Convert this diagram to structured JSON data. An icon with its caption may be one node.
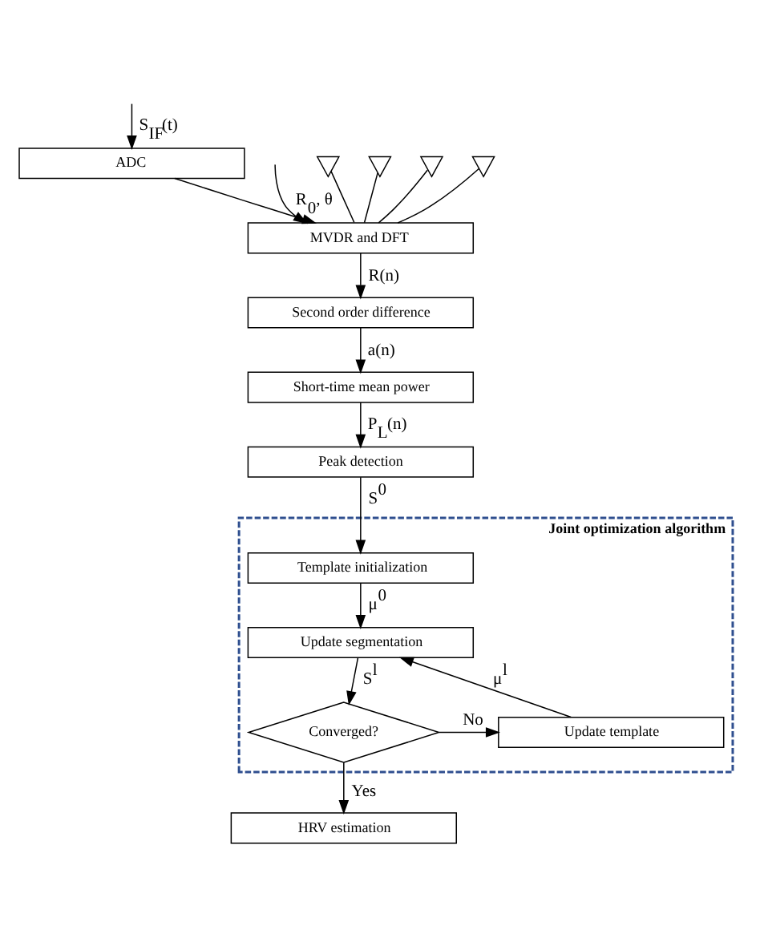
{
  "diagram": {
    "nodes": [
      {
        "text": [
          "ADC"
        ]
      },
      {
        "text": [],
        "shape": "antenna"
      },
      {
        "text": [],
        "shape": "antenna"
      },
      {
        "text": [],
        "shape": "antenna"
      },
      {
        "text": [],
        "shape": "antenna"
      },
      {
        "text": [
          "MVDR and DFT"
        ]
      },
      {
        "text": [
          "Second order difference"
        ]
      },
      {
        "text": [
          "Short-time mean power"
        ]
      },
      {
        "text": [
          "Peak detection"
        ]
      },
      {
        "text": [
          "Joint optimization algorithm"
        ]
      },
      {
        "text": [
          "Template initialization"
        ],
        "in": 9
      },
      {
        "text": [
          "Update segmentation"
        ],
        "in": 9
      },
      {
        "text": [
          "Converged?"
        ],
        "in": 9
      },
      {
        "text": [
          "Update template"
        ],
        "in": 9
      },
      {
        "text": [
          "HRV estimation"
        ]
      }
    ],
    "edges": [
      {
        "from": null,
        "to": 0,
        "arrow": "to",
        "label": "S$_{IF}$(t)"
      },
      {
        "from": 0,
        "to": 5,
        "arrow": "to"
      },
      {
        "from": null,
        "to": 5,
        "arrow": "to",
        "label": "R$_{0}$, θ"
      },
      {
        "from": 1,
        "to": 5,
        "arrow": "none"
      },
      {
        "from": 2,
        "to": 5,
        "arrow": "none"
      },
      {
        "from": 3,
        "to": 5,
        "arrow": "none"
      },
      {
        "from": 4,
        "to": 5,
        "arrow": "none"
      },
      {
        "from": 5,
        "to": 6,
        "arrow": "to",
        "label": "R(n)"
      },
      {
        "from": 6,
        "to": 7,
        "arrow": "to",
        "label": "a(n)"
      },
      {
        "from": 7,
        "to": 8,
        "arrow": "to",
        "label": "P$_{L}$(n)"
      },
      {
        "from": 8,
        "to": 10,
        "arrow": "to",
        "label": "S$^{0}$"
      },
      {
        "from": 10,
        "to": 11,
        "arrow": "to",
        "label": "μ$^{0}$"
      },
      {
        "from": 11,
        "to": 12,
        "arrow": "to",
        "label": "S$^{l}$"
      },
      {
        "from": 12,
        "to": 13,
        "arrow": "to",
        "label": "No"
      },
      {
        "from": 13,
        "to": 11,
        "arrow": "to",
        "label": "μ$^{l}$"
      },
      {
        "from": 12,
        "to": 14,
        "arrow": "to",
        "label": "Yes"
      }
    ]
  }
}
